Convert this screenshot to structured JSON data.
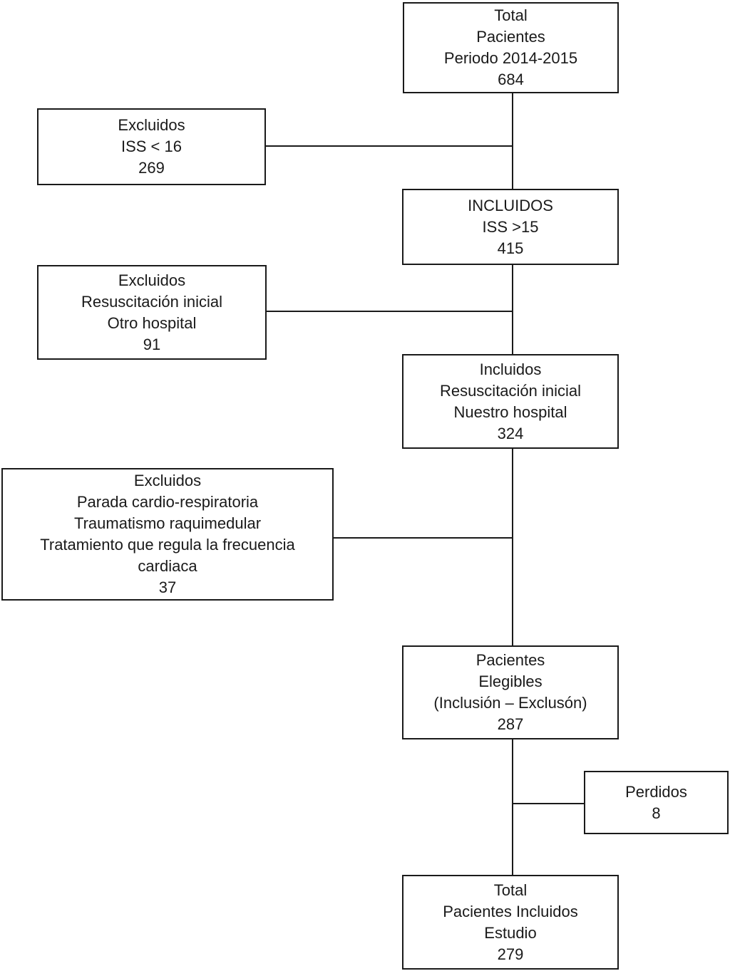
{
  "diagram": {
    "type": "flowchart",
    "language": "es",
    "colors": {
      "background": "#ffffff",
      "box_border": "#1a1a1a",
      "text": "#1a1a1a",
      "connector": "#1a1a1a"
    },
    "nodes": {
      "total": {
        "role": "start",
        "lines": [
          "Total",
          "Pacientes",
          "Periodo 2014-2015",
          "684"
        ],
        "count": 684
      },
      "excluded_iss": {
        "role": "exclusion",
        "lines": [
          "Excluidos",
          "ISS < 16",
          "269"
        ],
        "count": 269
      },
      "included_iss": {
        "role": "step",
        "lines": [
          "INCLUIDOS",
          "ISS >15",
          "415"
        ],
        "count": 415
      },
      "excluded_resus": {
        "role": "exclusion",
        "lines": [
          "Excluidos",
          "Resuscitación inicial",
          "Otro hospital",
          "91"
        ],
        "count": 91
      },
      "included_resus": {
        "role": "step",
        "lines": [
          "Incluidos",
          "Resuscitación inicial",
          "Nuestro hospital",
          "324"
        ],
        "count": 324
      },
      "excluded_other": {
        "role": "exclusion",
        "lines": [
          "Excluidos",
          "Parada cardio-respiratoria",
          "Traumatismo raquimedular",
          "Tratamiento que regula la frecuencia cardiaca",
          "37"
        ],
        "count": 37
      },
      "eligible": {
        "role": "step",
        "lines": [
          "Pacientes",
          "Elegibles",
          "(Inclusión – Exclusón)",
          "287"
        ],
        "count": 287
      },
      "lost": {
        "role": "exclusion",
        "lines": [
          "Perdidos",
          "8"
        ],
        "count": 8
      },
      "final": {
        "role": "end",
        "lines": [
          "Total",
          "Pacientes Incluidos",
          "Estudio",
          "279"
        ],
        "count": 279
      }
    }
  }
}
